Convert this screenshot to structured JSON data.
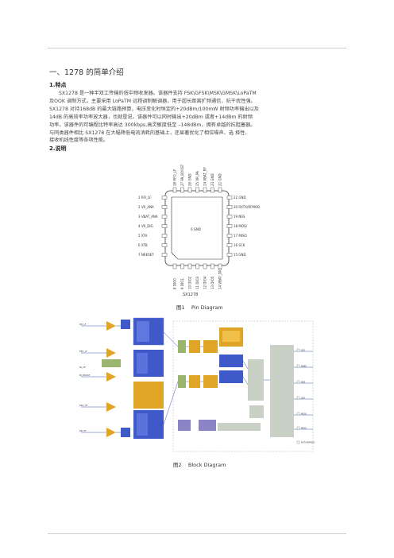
{
  "section_title": "一、1278 的简单介绍",
  "features_heading": "1.特点",
  "features_lines": [
    "SX1278 是一种半双工传输的低中频收发器。该器件支持 FSK\\GFSK\\MSK\\GMSK\\LoPaTM",
    "及OOK 调制方式，主要采用 LoPaTM 远程调制解调器，用于超长距离扩频通信，抗干扰性强。",
    "SX1278 对持168dB 的最大链路预算，电压变化时恒定的+20dBm/100mW 射频功率输出以及",
    "14dB 的高效率功率放大器，也就是说，该器件可以同时输出+20dBm 或者+14dBm 的射频",
    "功率。该器件的可编程比特率高达 300kbps,高灵敏度低至 –148dBm，拥有卓越的抗阻塞器。",
    "与同类器件相比 SX1278 在大幅降低电流消耗的基础上，还显著优化了相位噪声、选 择性、",
    "接收机线性度等各项性能。"
  ],
  "description_heading": "2.说明",
  "pin_diagram": {
    "chip_name": "SX1278",
    "center_label": "0 GND",
    "left_pins": [
      "1 RFI_LF",
      "2 VR_ANA",
      "3 VBAT_ANA",
      "4 VR_DIG",
      "5 XTA",
      "6 XTB",
      "7 NRESET"
    ],
    "right_pins": [
      "22 GND",
      "20 RXTX/RFMOD",
      "19 NSS",
      "18 MOSI",
      "17 MISO",
      "16 SCK",
      "15 GND"
    ],
    "top_pins": [
      "28 RFO_LF",
      "27 PA_BOOST",
      "26 GND",
      "25 VR_PA",
      "24 VBAT_RF",
      "23 GND",
      "22 GND"
    ],
    "bottom_pins": [
      "8 DIO0",
      "9 DIO1",
      "10 DIO2",
      "11 DIO3",
      "12 DIO4",
      "13 DIO5",
      "14 VBAT_DIG"
    ],
    "caption_number": "图1",
    "caption_text": "Pin Diagram"
  },
  "block_diagram": {
    "caption_number": "图2",
    "caption_text": "Block Diagram",
    "left_pins": [
      "RFI_LF",
      "RFO_LF",
      "PA_HF",
      "PA_BOOST",
      "RFO_HF",
      "RFI_HF"
    ],
    "right_pins": [
      "DIO",
      "NRES",
      "NSS",
      "SCK",
      "MOSI",
      "MISO",
      "RXTX/RFMOD"
    ],
    "colors": {
      "triangle": "#e0a526",
      "blue_block": "#3f59c8",
      "green_block": "#9ab56e",
      "gray_block": "#c9d1c7",
      "purple_block": "#8a84c4"
    }
  }
}
